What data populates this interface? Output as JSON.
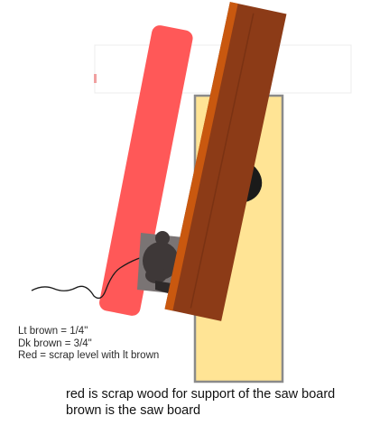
{
  "legend": {
    "light_brown": "Lt brown = 1/4\"",
    "dark_brown": "Dk brown = 3/4\"",
    "red": "Red = scrap level with lt brown"
  },
  "caption": {
    "line1": "red is scrap wood for support of the saw board",
    "line2": "brown is the saw board"
  },
  "colors": {
    "background": "#ffffff",
    "red_scrap": "#ff5858",
    "light_brown_board": "#ffe495",
    "light_brown_outline": "#8a8a8a",
    "dark_brown_board": "#8c3b17",
    "dark_brown_edge": "#c9580f",
    "saw_motor": "#7a7474",
    "saw_dark": "#3e3838",
    "blade_hole": "#1a1a1a",
    "cord": "#1a1a1a"
  },
  "icons": {
    "saw": "circular-saw-icon",
    "cord": "power-cord-icon"
  }
}
